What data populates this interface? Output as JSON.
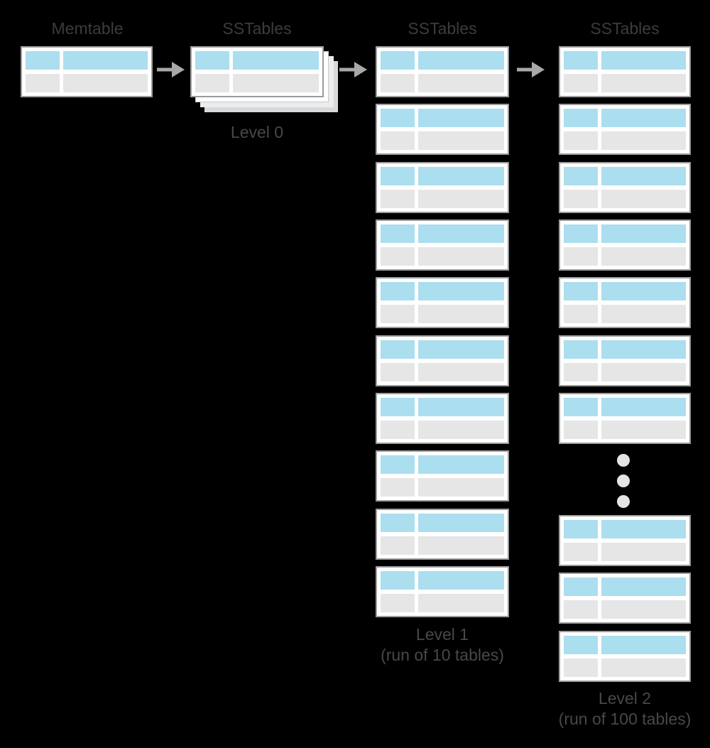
{
  "diagram": {
    "description": "LSM-tree compaction levels diagram",
    "columns": {
      "memtable": {
        "title": "Memtable",
        "tables_shown": 1
      },
      "level0": {
        "title": "SSTables",
        "caption": "Level 0",
        "tables_shown": 1,
        "stacked_sheets_behind": 3
      },
      "level1": {
        "title": "SSTables",
        "caption_line1": "Level 1",
        "caption_line2": "(run of 10 tables)",
        "tables_shown": 10
      },
      "level2": {
        "title": "SSTables",
        "caption_line1": "Level 2",
        "caption_line2": "(run of 100 tables)",
        "tables_shown": 10,
        "has_ellipsis": true,
        "ellipsis_dots": 3
      }
    },
    "arrows_shown": 3
  },
  "colors": {
    "table_header_fill": "#abdeef",
    "table_row_fill": "#e6e6e7",
    "table_border": "#9a9c9e",
    "arrow": "#a8a8a8",
    "label_text": "#393c40",
    "caption_text": "#46484c",
    "background": "#000000",
    "ellipsis_dot": "#e4e4e4",
    "stack_sheet_1": "#ffffff",
    "stack_sheet_2": "#ececed",
    "stack_sheet_3": "#d8d9da"
  }
}
